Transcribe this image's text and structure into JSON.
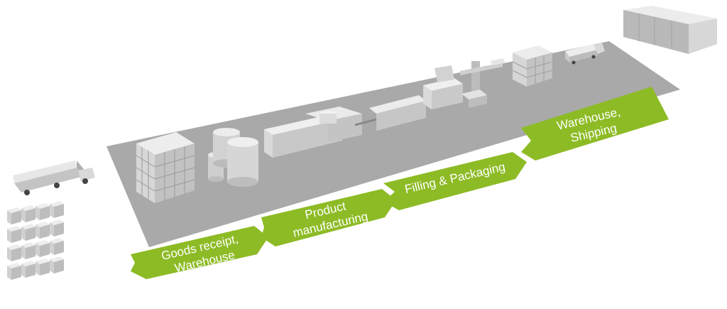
{
  "colors": {
    "arrow_green": "#8dbb25",
    "floor_gray": "#a9a9a9",
    "machine_light": "#e4e4e4",
    "machine_mid": "#c9c9c9",
    "machine_dark": "#a4a4a4",
    "label_text": "#ffffff"
  },
  "process": {
    "steps": [
      {
        "line1": "Goods receipt,",
        "line2": "Warehouse"
      },
      {
        "line1": "Product",
        "line2": "manufacturing"
      },
      {
        "line1": "Filling & Packaging",
        "line2": ""
      },
      {
        "line1": "Warehouse,",
        "line2": "Shipping"
      }
    ]
  },
  "scene": {
    "icons": [
      "delivery-truck-icon",
      "pallet-grid-icon",
      "crate-stack-icon",
      "storage-silo-icon",
      "production-line-icon",
      "packaging-robot-icon",
      "shipping-truck-icon",
      "warehouse-building-icon"
    ]
  }
}
